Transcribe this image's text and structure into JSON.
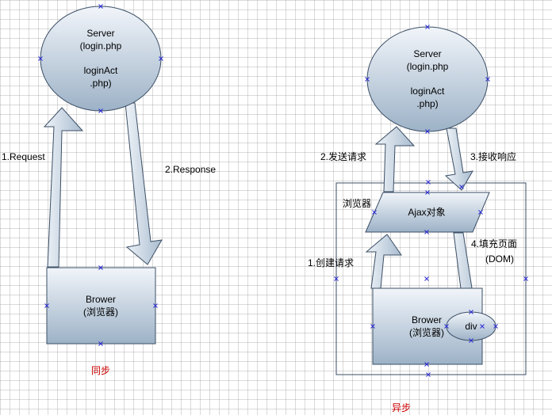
{
  "sync": {
    "server_lines": [
      "Server",
      "(login.php",
      "loginAct",
      ".php)"
    ],
    "request_label": "1.Request",
    "response_label": "2.Response",
    "browser_lines": [
      "Brower",
      "(浏览器)"
    ],
    "caption": "同步"
  },
  "async": {
    "server_lines": [
      "Server",
      "(login.php",
      "loginAct",
      ".php)"
    ],
    "send_label": "2.发送请求",
    "receive_label": "3.接收响应",
    "browser_side_label": "浏览器",
    "ajax_label": "Ajax对象",
    "fill_label_lines": [
      "4.填充页面",
      "(DOM)"
    ],
    "create_label": "1.创建请求",
    "browser_lines": [
      "Brower",
      "(浏览器)"
    ],
    "div_label": "div",
    "caption": "异步"
  },
  "colors": {
    "shape_fill_top": "#eef3f8",
    "shape_fill_bottom": "#9fb3c8",
    "shape_stroke": "#3c4f66",
    "handle": "#2b2bd6",
    "caption": "#cc0000"
  }
}
